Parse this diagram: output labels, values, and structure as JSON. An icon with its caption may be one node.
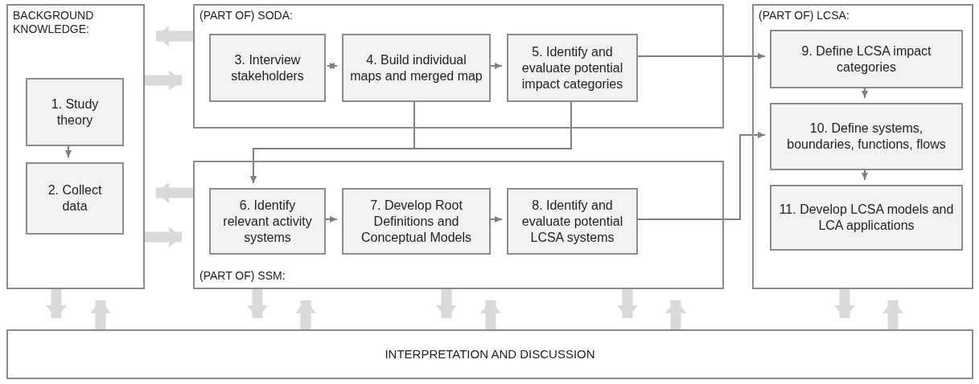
{
  "diagram": {
    "nodes": [
      {
        "text": [
          "BACKGROUND KNOWLEDGE:"
        ]
      },
      {
        "text": [
          "1. Study theory"
        ],
        "in": 0
      },
      {
        "text": [
          "2. Collect data"
        ],
        "in": 0
      },
      {
        "text": [
          "(PART OF) SODA:"
        ]
      },
      {
        "text": [
          "3. Interview stakeholders"
        ],
        "in": 3
      },
      {
        "text": [
          "4. Build individual maps and merged map"
        ],
        "in": 3
      },
      {
        "text": [
          "5. Identify and evaluate potential impact categories"
        ],
        "in": 3
      },
      {
        "text": [
          "(PART OF) SSM:"
        ]
      },
      {
        "text": [
          "6. Identify relevant activity systems"
        ],
        "in": 7
      },
      {
        "text": [
          "7. Develop Root Definitions and Conceptual Models"
        ],
        "in": 7
      },
      {
        "text": [
          "8. Identify and evaluate potential LCSA systems"
        ],
        "in": 7
      },
      {
        "text": [
          "(PART OF) LCSA:"
        ]
      },
      {
        "text": [
          "9. Define LCSA impact categories"
        ],
        "in": 11
      },
      {
        "text": [
          "10. Define systems, boundaries, functions, flows"
        ],
        "in": 11
      },
      {
        "text": [
          "11. Develop LCSA models and LCA applications"
        ],
        "in": 11
      },
      {
        "text": [
          "INTERPRETATION AND DISCUSSION"
        ]
      }
    ],
    "edges": [
      {
        "from": 3,
        "to": 0,
        "arrow": "to",
        "color": "#d9d9d9"
      },
      {
        "from": 0,
        "to": 3,
        "arrow": "to",
        "color": "#d9d9d9"
      },
      {
        "from": 1,
        "to": 2,
        "arrow": "to"
      },
      {
        "from": 4,
        "to": 5,
        "arrow": "both"
      },
      {
        "from": 5,
        "to": 6,
        "arrow": "to"
      },
      {
        "from": 6,
        "to": 12,
        "arrow": "to"
      },
      {
        "from": 5,
        "to": 8,
        "arrow": "to"
      },
      {
        "from": 6,
        "to": 8,
        "arrow": "to"
      },
      {
        "from": 7,
        "to": 0,
        "arrow": "to",
        "color": "#d9d9d9"
      },
      {
        "from": 0,
        "to": 7,
        "arrow": "to",
        "color": "#d9d9d9"
      },
      {
        "from": 8,
        "to": 9,
        "arrow": "to"
      },
      {
        "from": 9,
        "to": 10,
        "arrow": "to"
      },
      {
        "from": 10,
        "to": 13,
        "arrow": "to"
      },
      {
        "from": 12,
        "to": 13,
        "arrow": "to"
      },
      {
        "from": 13,
        "to": 14,
        "arrow": "to"
      },
      {
        "from": 0,
        "to": 15,
        "arrow": "to",
        "color": "#d9d9d9"
      },
      {
        "from": 15,
        "to": 0,
        "arrow": "to",
        "color": "#d9d9d9"
      },
      {
        "from": 7,
        "to": 15,
        "arrow": "to",
        "color": "#d9d9d9"
      },
      {
        "from": 15,
        "to": 7,
        "arrow": "to",
        "color": "#d9d9d9"
      },
      {
        "from": 7,
        "to": 15,
        "arrow": "to",
        "color": "#d9d9d9"
      },
      {
        "from": 15,
        "to": 7,
        "arrow": "to",
        "color": "#d9d9d9"
      },
      {
        "from": 7,
        "to": 15,
        "arrow": "to",
        "color": "#d9d9d9"
      },
      {
        "from": 15,
        "to": 7,
        "arrow": "to",
        "color": "#d9d9d9"
      },
      {
        "from": 11,
        "to": 15,
        "arrow": "to",
        "color": "#d9d9d9"
      },
      {
        "from": 15,
        "to": 11,
        "arrow": "to",
        "color": "#d9d9d9"
      }
    ]
  }
}
